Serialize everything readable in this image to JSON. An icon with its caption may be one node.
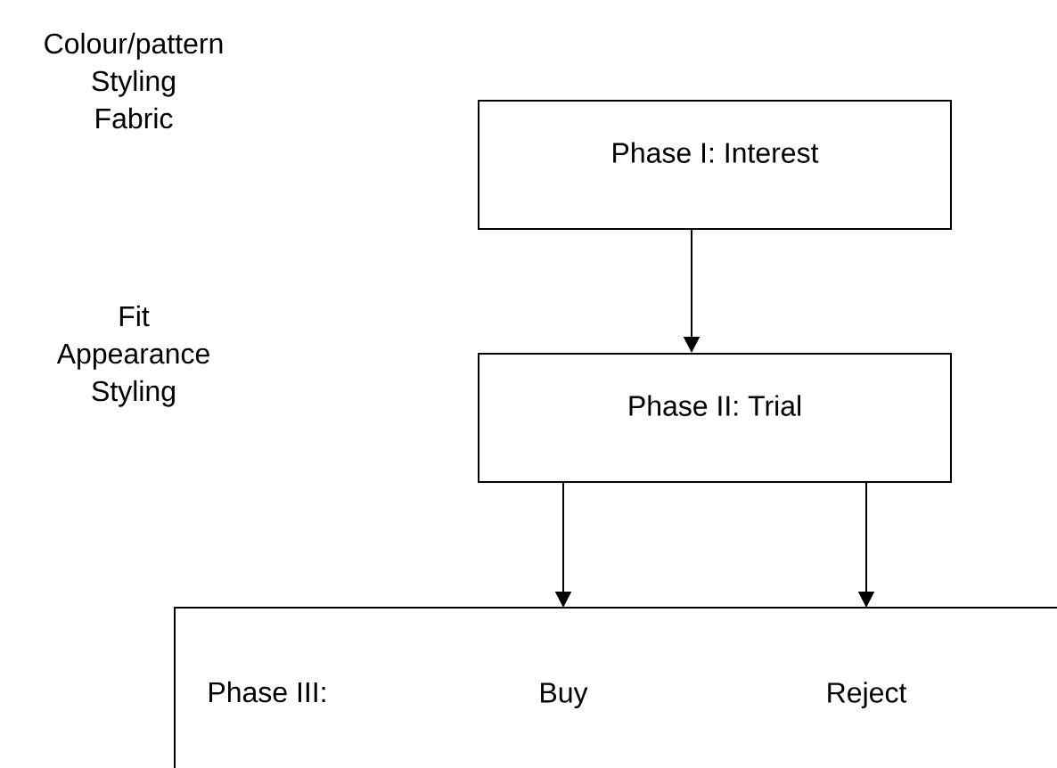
{
  "diagram": {
    "nodes": [
      {
        "text": [
          "Phase I: Interest"
        ],
        "beside": [
          "Colour/pattern",
          "Styling",
          "Fabric"
        ]
      },
      {
        "text": [
          "Phase II: Trial"
        ],
        "beside": [
          "Fit",
          "Appearance",
          "Styling"
        ]
      },
      {
        "text": [
          "Phase III:"
        ]
      },
      {
        "text": [
          "Buy"
        ],
        "in": 2
      },
      {
        "text": [
          "Reject"
        ],
        "in": 2
      }
    ],
    "edges": [
      {
        "from": 0,
        "to": 1,
        "arrow": "to"
      },
      {
        "from": 1,
        "to": 3,
        "arrow": "to"
      },
      {
        "from": 1,
        "to": 4,
        "arrow": "to"
      }
    ]
  }
}
